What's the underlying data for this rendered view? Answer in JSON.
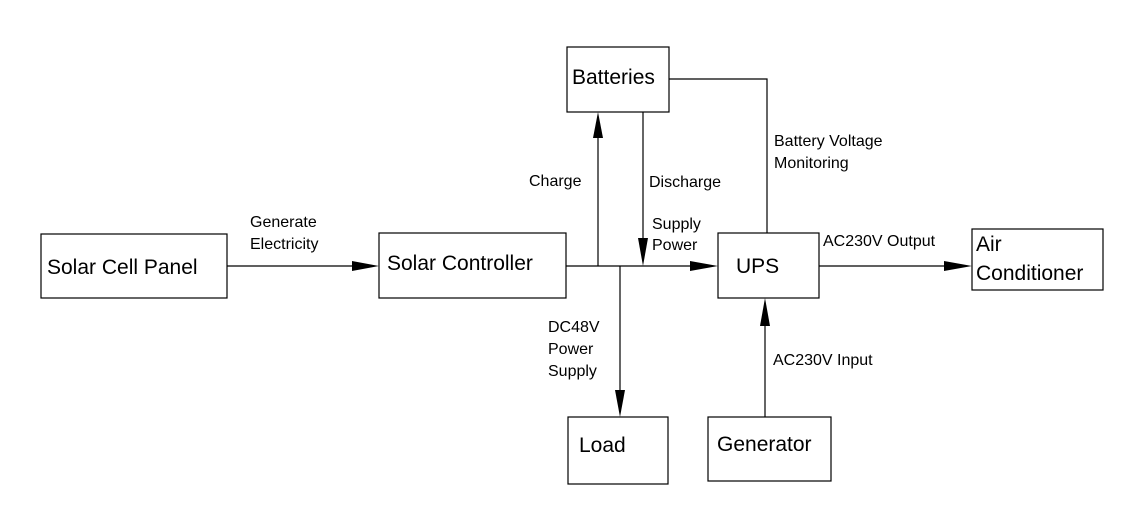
{
  "nodes": {
    "solar_cell_panel": {
      "label": [
        "Solar Cell Panel"
      ]
    },
    "solar_controller": {
      "label": [
        "Solar Controller"
      ]
    },
    "batteries": {
      "label": [
        "Batteries"
      ]
    },
    "ups": {
      "label": [
        "UPS"
      ]
    },
    "air_conditioner": {
      "label": [
        "Air",
        "Conditioner"
      ]
    },
    "load": {
      "label": [
        "Load"
      ]
    },
    "generator": {
      "label": [
        "Generator"
      ]
    }
  },
  "edges": {
    "generate_electricity": {
      "label": [
        "Generate",
        "Electricity"
      ]
    },
    "charge": {
      "label": [
        "Charge"
      ]
    },
    "discharge": {
      "label": [
        "Discharge"
      ]
    },
    "supply_power": {
      "label": [
        "Supply",
        "Power"
      ]
    },
    "battery_voltage_monitoring": {
      "label": [
        "Battery Voltage",
        "Monitoring"
      ]
    },
    "ac230v_output": {
      "label": [
        "AC230V Output"
      ]
    },
    "dc48v_power_supply": {
      "label": [
        "DC48V",
        "Power",
        "Supply"
      ]
    },
    "ac230v_input": {
      "label": [
        "AC230V Input"
      ]
    }
  },
  "colors": {
    "stroke": "#000000",
    "background": "#ffffff"
  }
}
